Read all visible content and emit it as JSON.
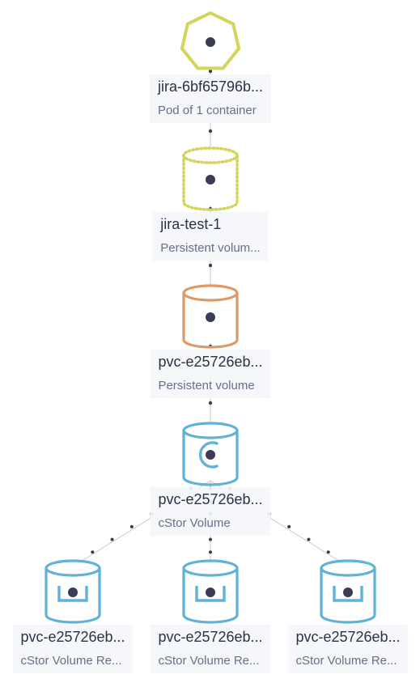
{
  "colors": {
    "pod": "#d3d45a",
    "pv_claim": "#d3d45a",
    "pv": "#dd9a66",
    "cstor": "#5fb2d8",
    "dot": "#3a3d55",
    "edge": "#cfd2d8"
  },
  "nodes": [
    {
      "id": "pod",
      "name": "jira-6bf65796b...",
      "kind": "Pod of 1 container",
      "shape": "heptagon-icon"
    },
    {
      "id": "pvc",
      "name": "jira-test-1",
      "kind": "Persistent volum...",
      "shape": "dotted-cylinder-icon"
    },
    {
      "id": "pv",
      "name": "pvc-e25726eb...",
      "kind": "Persistent volume",
      "shape": "cylinder-icon"
    },
    {
      "id": "cv",
      "name": "pvc-e25726eb...",
      "kind": "cStor Volume",
      "shape": "cstor-cylinder-icon"
    },
    {
      "id": "r1",
      "name": "pvc-e25726eb...",
      "kind": "cStor Volume Re...",
      "shape": "replica-cylinder-icon"
    },
    {
      "id": "r2",
      "name": "pvc-e25726eb...",
      "kind": "cStor Volume Re...",
      "shape": "replica-cylinder-icon"
    },
    {
      "id": "r3",
      "name": "pvc-e25726eb...",
      "kind": "cStor Volume Re...",
      "shape": "replica-cylinder-icon"
    }
  ]
}
